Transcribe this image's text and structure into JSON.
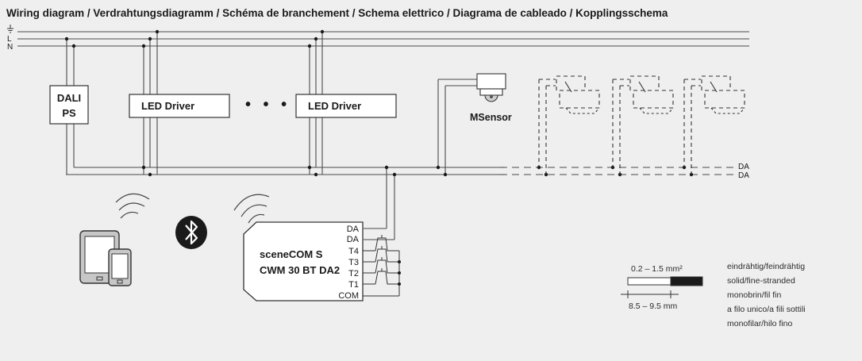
{
  "title": "Wiring diagram / Verdrahtungsdiagramm / Schéma de branchement / Schema elettrico / Diagrama de cableado / Kopplingsschema",
  "bus_lines": {
    "earth_symbol": "⏚",
    "line": "L",
    "neutral": "N"
  },
  "da_lines": [
    "DA",
    "DA"
  ],
  "dali_ps": {
    "line1": "DALI",
    "line2": "PS"
  },
  "led_drivers": [
    "LED Driver",
    "LED Driver"
  ],
  "ellipsis": "• • • •",
  "sensor": {
    "label": "MSensor"
  },
  "device": {
    "name": "sceneCOM S",
    "model": "CWM 30 BT DA2",
    "terminals": [
      "DA",
      "DA",
      "T4",
      "T3",
      "T2",
      "T1",
      "COM"
    ]
  },
  "wire_spec": {
    "cross_section": "0.2 – 1.5 mm²",
    "strip_length": "8.5 – 9.5 mm",
    "types": [
      "eindrähtig/feindrähtig",
      "solid/fine-stranded",
      "monobrin/fil fin",
      "a filo unico/a fili sottili",
      "monofilar/hilo fino"
    ]
  },
  "icons": [
    "earth-icon",
    "phone-tablet-icon",
    "bluetooth-icon",
    "wireless-signal-icon",
    "push-button-icon",
    "motion-sensor-icon",
    "luminaire-icon"
  ]
}
